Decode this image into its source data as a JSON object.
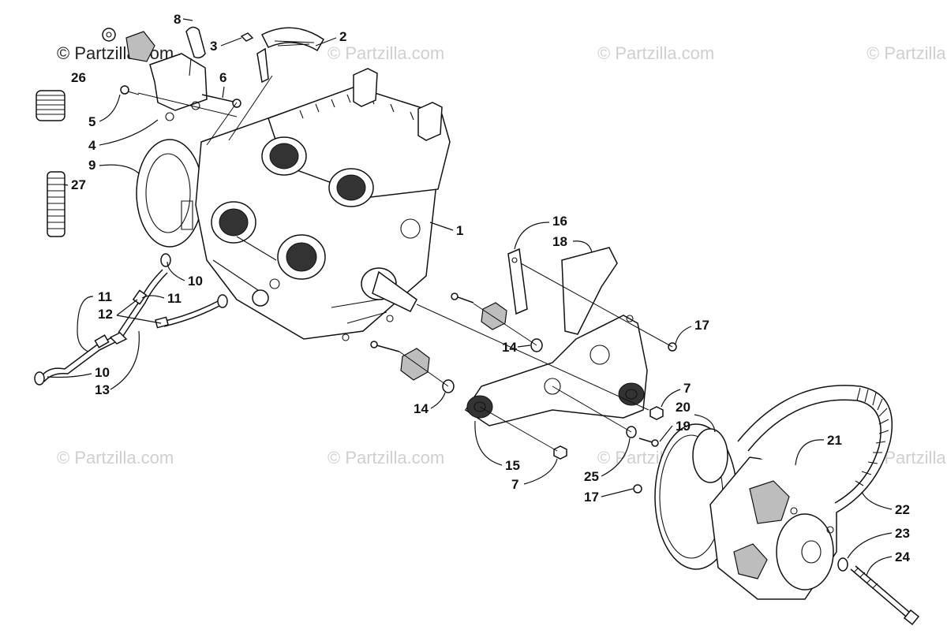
{
  "watermarks": [
    "© Partzilla.com",
    "© Partzilla.com",
    "© Partzilla.com",
    "© Partzilla.com",
    "© Partzilla.com",
    "© Partzilla.com",
    "© Partzilla.com",
    "© Partzilla.com"
  ],
  "callouts": [
    "8",
    "2",
    "3",
    "6",
    "26",
    "5",
    "4",
    "9",
    "27",
    "1",
    "16",
    "18",
    "10",
    "11",
    "12",
    "11",
    "10",
    "13",
    "17",
    "14",
    "14",
    "7",
    "20",
    "19",
    "15",
    "7",
    "25",
    "21",
    "17",
    "22",
    "23",
    "24"
  ]
}
